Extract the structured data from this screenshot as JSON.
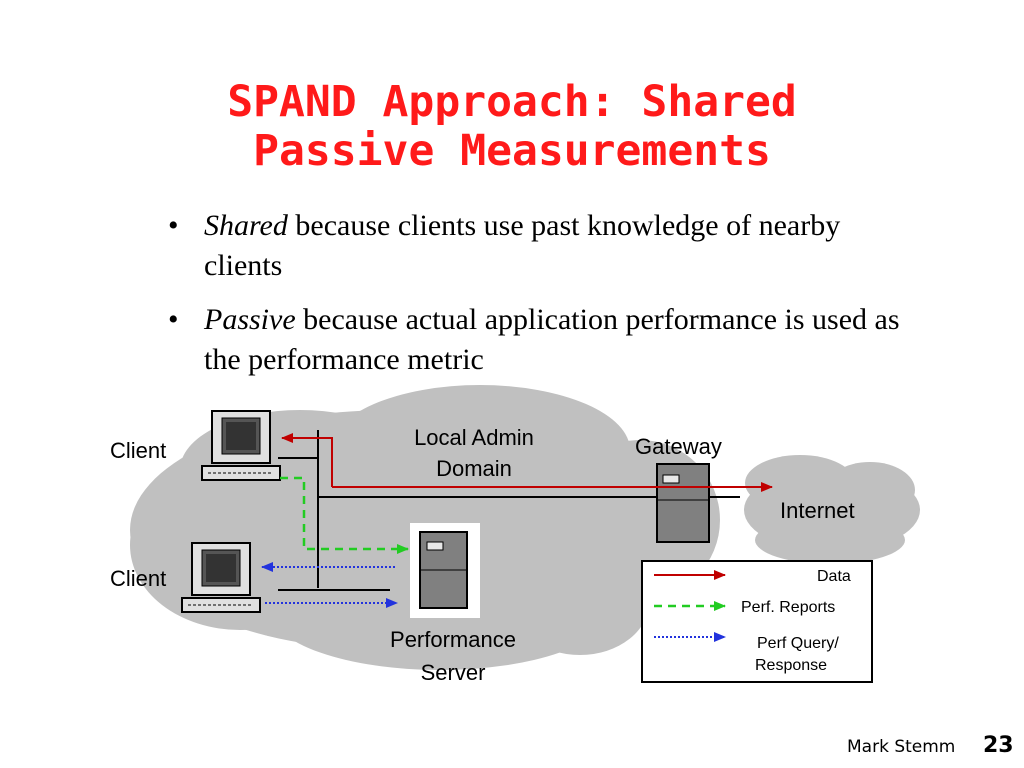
{
  "slide": {
    "title_line1": "SPAND Approach: Shared",
    "title_line2": "Passive Measurements",
    "bullets": [
      {
        "marker": "•",
        "term": "Shared",
        "rest": " because clients use past knowledge of nearby clients"
      },
      {
        "marker": "•",
        "term": "Passive",
        "rest": " because actual application performance is used as the performance metric"
      }
    ],
    "footer_author": "Mark Stemm",
    "page_number": "23"
  },
  "diagram": {
    "client_top_label": "Client",
    "client_bottom_label": "Client",
    "domain_label_line1": "Local Admin",
    "domain_label_line2": "Domain",
    "gateway_label": "Gateway",
    "internet_label": "Internet",
    "server_label_line1": "Performance",
    "server_label_line2": "Server",
    "legend": {
      "data": "Data",
      "perf_reports": "Perf. Reports",
      "perf_query_line1": "Perf Query/",
      "perf_query_line2": "Response"
    },
    "colors": {
      "data": "#c00000",
      "perf_reports": "#22cc22",
      "perf_query": "#2233dd",
      "cloud": "#c0c0c0"
    }
  }
}
